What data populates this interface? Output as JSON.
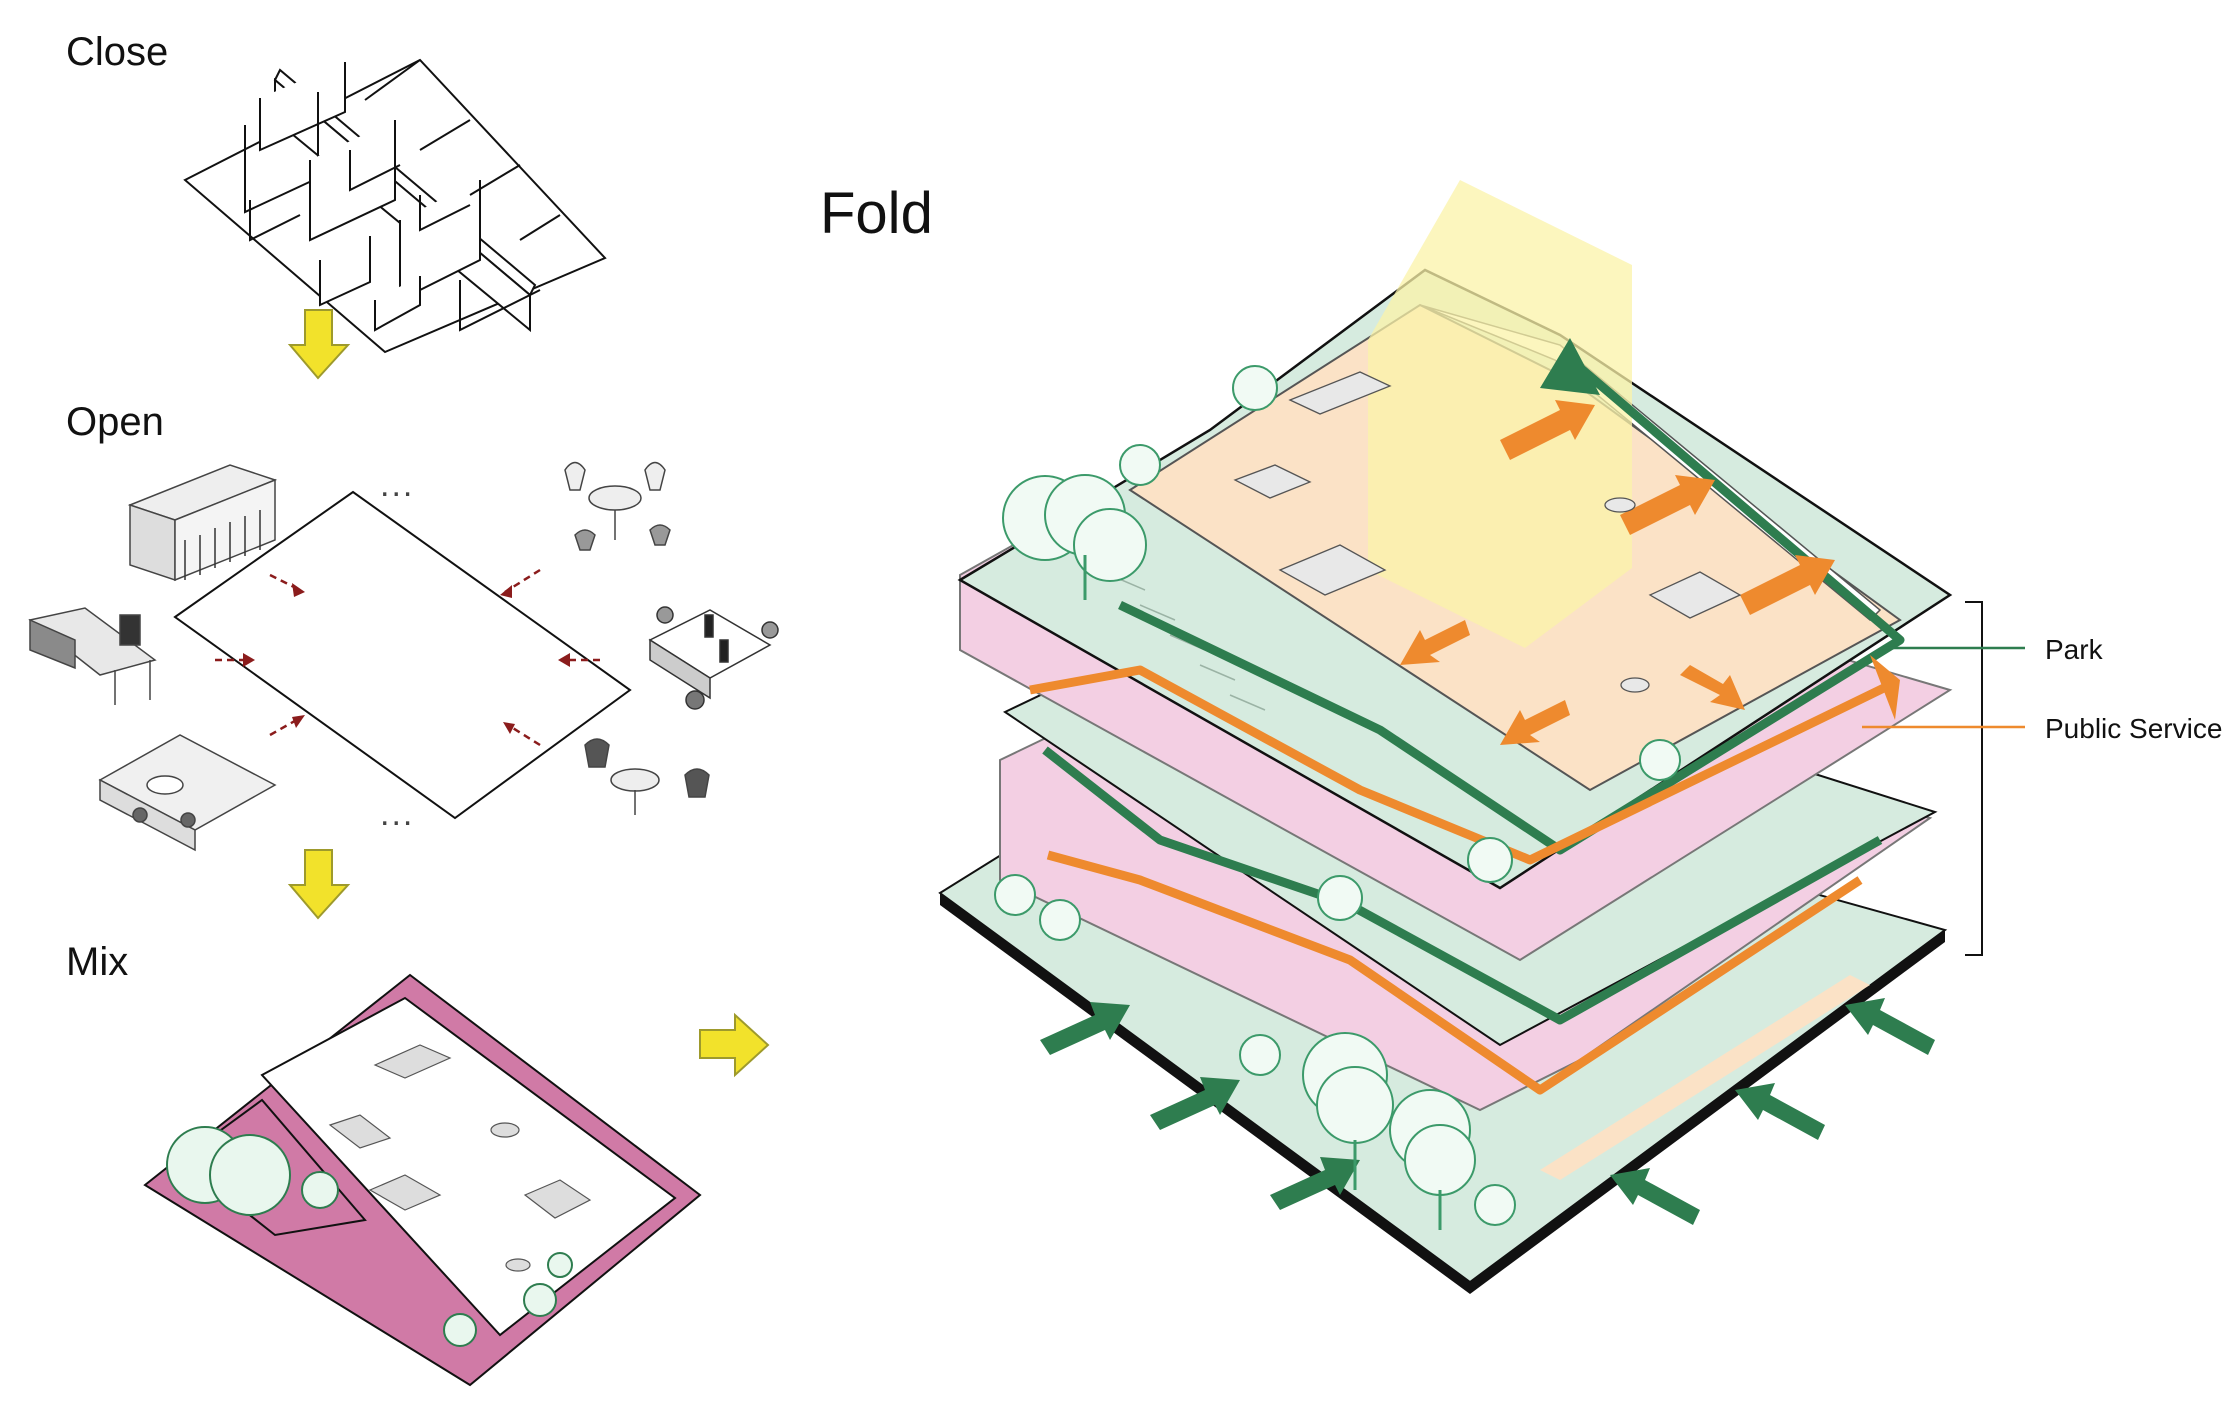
{
  "steps": [
    {
      "label": "Close"
    },
    {
      "label": "Open"
    },
    {
      "label": "Mix"
    }
  ],
  "ellipsis": "...",
  "fold_title": "Fold",
  "legend": {
    "park": {
      "label": "Park",
      "color": "#2e7d4f"
    },
    "public_service": {
      "label": "Public Service",
      "color": "#ee8a2e"
    }
  },
  "colors": {
    "arrow_yellow": "#f2e22b",
    "mix_magenta": "#d07aa6",
    "park_green_fill": "#d6ebdf",
    "level_pink": "#f3cfe3",
    "floor_peach": "#fbe2c6",
    "light_beam": "#fbf3a8",
    "flow_arrow_red": "#8b1c1c"
  }
}
